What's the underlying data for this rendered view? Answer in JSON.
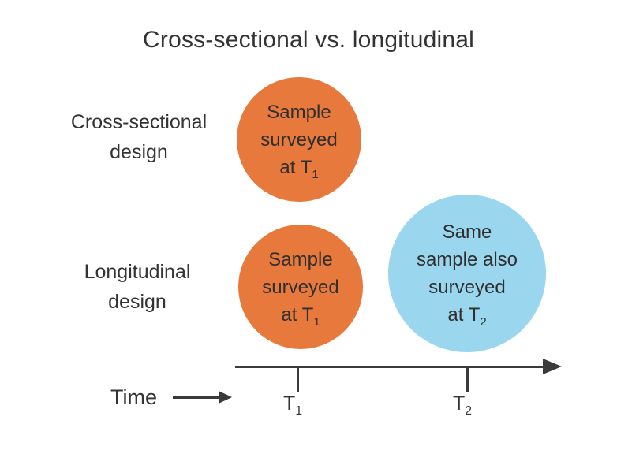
{
  "title": "Cross-sectional vs. longitudinal",
  "colors": {
    "orange": "#E7793C",
    "blue": "#9AD7EF",
    "text": "#333333",
    "axis": "#3A3A3A"
  },
  "row_labels": [
    {
      "line1": "Cross-sectional",
      "line2": "design"
    },
    {
      "line1": "Longitudinal",
      "line2": "design"
    }
  ],
  "circles": {
    "cross_sectional_t1": {
      "line1": "Sample",
      "line2": "surveyed",
      "line3_main": "at T",
      "line3_sub": "1"
    },
    "longitudinal_t1": {
      "line1": "Sample",
      "line2": "surveyed",
      "line3_main": "at T",
      "line3_sub": "1"
    },
    "longitudinal_t2": {
      "line1": "Same",
      "line2": "sample also",
      "line3": "surveyed",
      "line4_main": "at T",
      "line4_sub": "2"
    }
  },
  "axis": {
    "time_label": "Time",
    "tick1_main": "T",
    "tick1_sub": "1",
    "tick2_main": "T",
    "tick2_sub": "2"
  }
}
